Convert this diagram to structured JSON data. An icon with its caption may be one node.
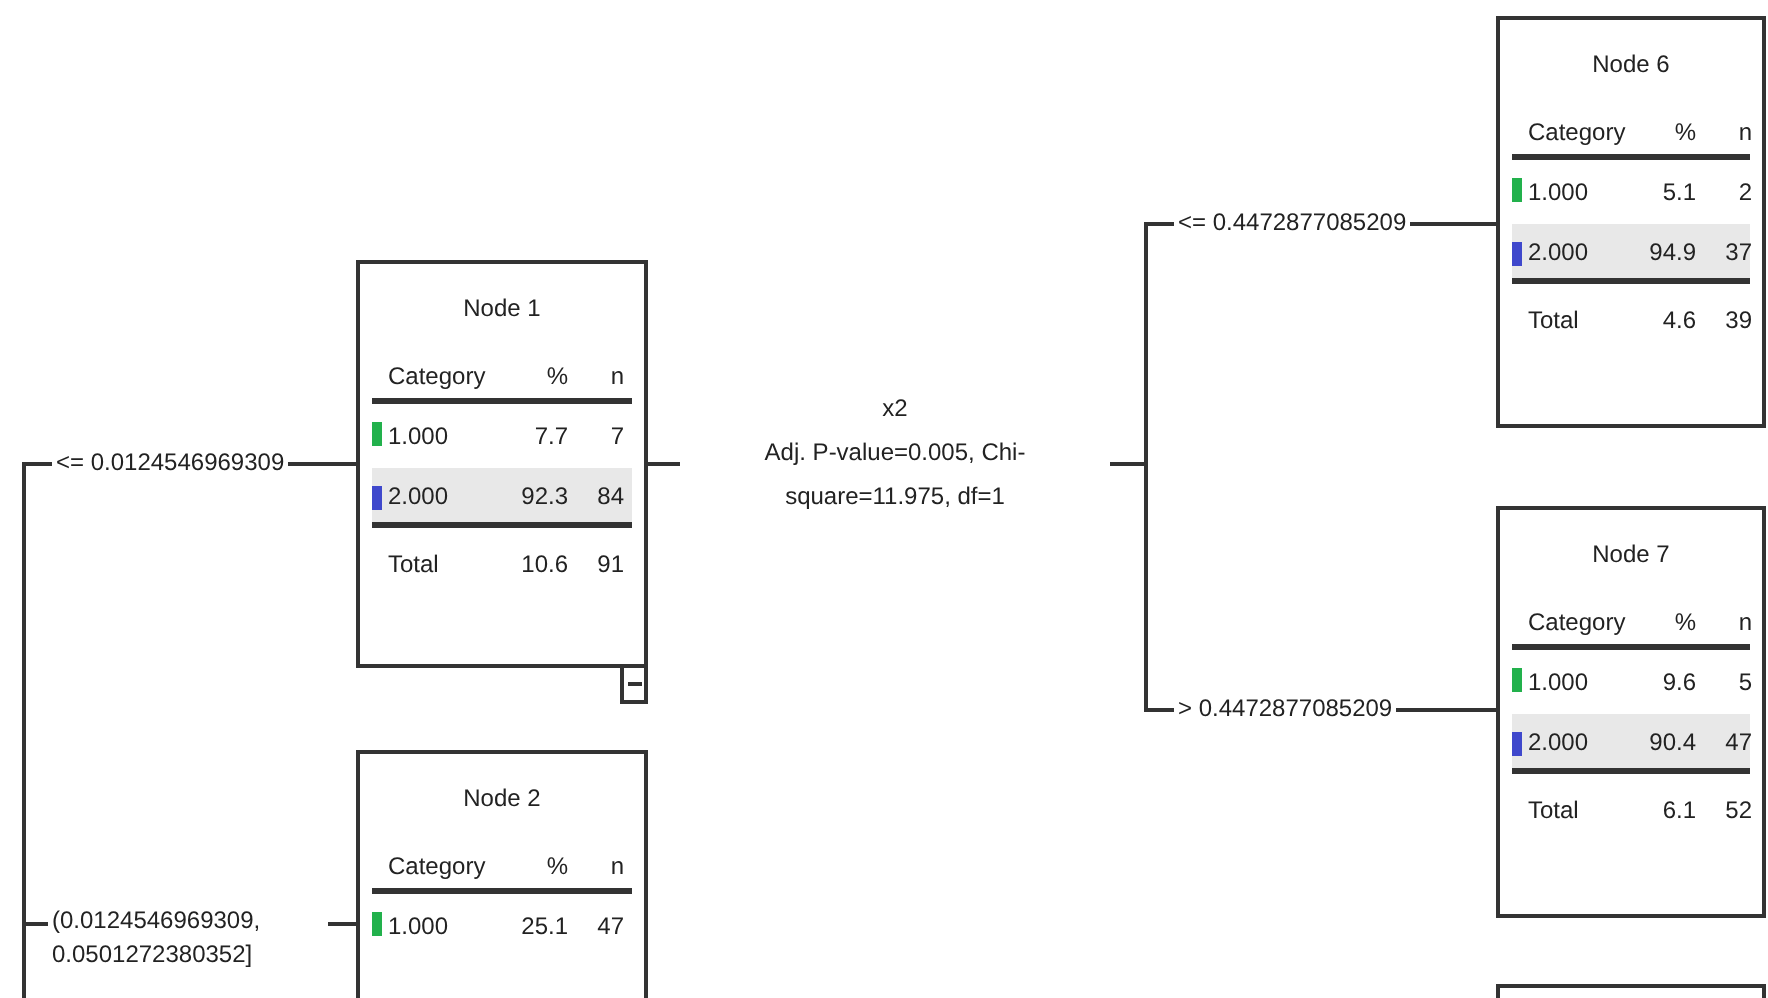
{
  "diagram": {
    "nodes": [
      {
        "text": [
          "Node 1",
          "Category",
          "%",
          "n",
          "1.000",
          "7.7",
          "7",
          "2.000",
          "92.3",
          "84",
          "Total",
          "10.6",
          "91"
        ]
      },
      {
        "text": [
          "Node 2",
          "Category",
          "%",
          "n",
          "1.000",
          "25.1",
          "47"
        ]
      },
      {
        "text": [
          "Node 6",
          "Category",
          "%",
          "n",
          "1.000",
          "5.1",
          "2",
          "2.000",
          "94.9",
          "37",
          "Total",
          "4.6",
          "39"
        ]
      },
      {
        "text": [
          "Node 7",
          "Category",
          "%",
          "n",
          "1.000",
          "9.6",
          "5",
          "2.000",
          "90.4",
          "47",
          "Total",
          "6.1",
          "52"
        ]
      },
      {
        "text": [],
        "shape": "box"
      }
    ],
    "edges": [
      {
        "from": null,
        "to": 0,
        "arrow": "none",
        "label": "<= 0.0124546969309"
      },
      {
        "from": null,
        "to": 1,
        "arrow": "none",
        "label": "(0.0124546969309, 0.0501272380352]"
      },
      {
        "from": 0,
        "to": 2,
        "arrow": "none",
        "label": "<= 0.4472877085209"
      },
      {
        "from": 0,
        "to": 3,
        "arrow": "none",
        "label": "> 0.4472877085209"
      }
    ],
    "labels": [
      "x2",
      "Adj. P-value=0.005, Chi-square=11.975, df=1"
    ]
  }
}
